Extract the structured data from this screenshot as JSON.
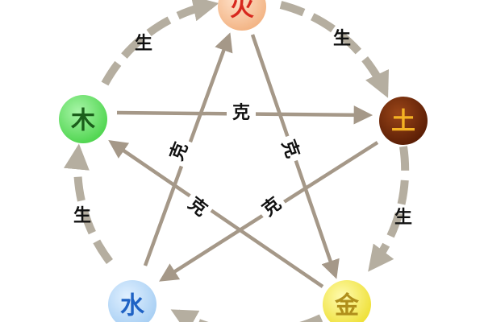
{
  "elements": {
    "fire": {
      "label": "火",
      "fill": "#f5c29a",
      "text_color": "#d7281e"
    },
    "earth": {
      "label": "土",
      "fill": "#7a2e0c",
      "text_color": "#f4b223"
    },
    "metal": {
      "label": "金",
      "fill": "#f6ec52",
      "text_color": "#b08f1b"
    },
    "water": {
      "label": "水",
      "fill": "#b8d9f5",
      "text_color": "#1f62c4"
    },
    "wood": {
      "label": "木",
      "fill": "#6fe36f",
      "text_color": "#1b5f1b"
    }
  },
  "relations": {
    "sheng": "生",
    "ke": "克"
  },
  "colors": {
    "sheng_arrow": "#b5aea0",
    "ke_arrow": "#a59888"
  }
}
